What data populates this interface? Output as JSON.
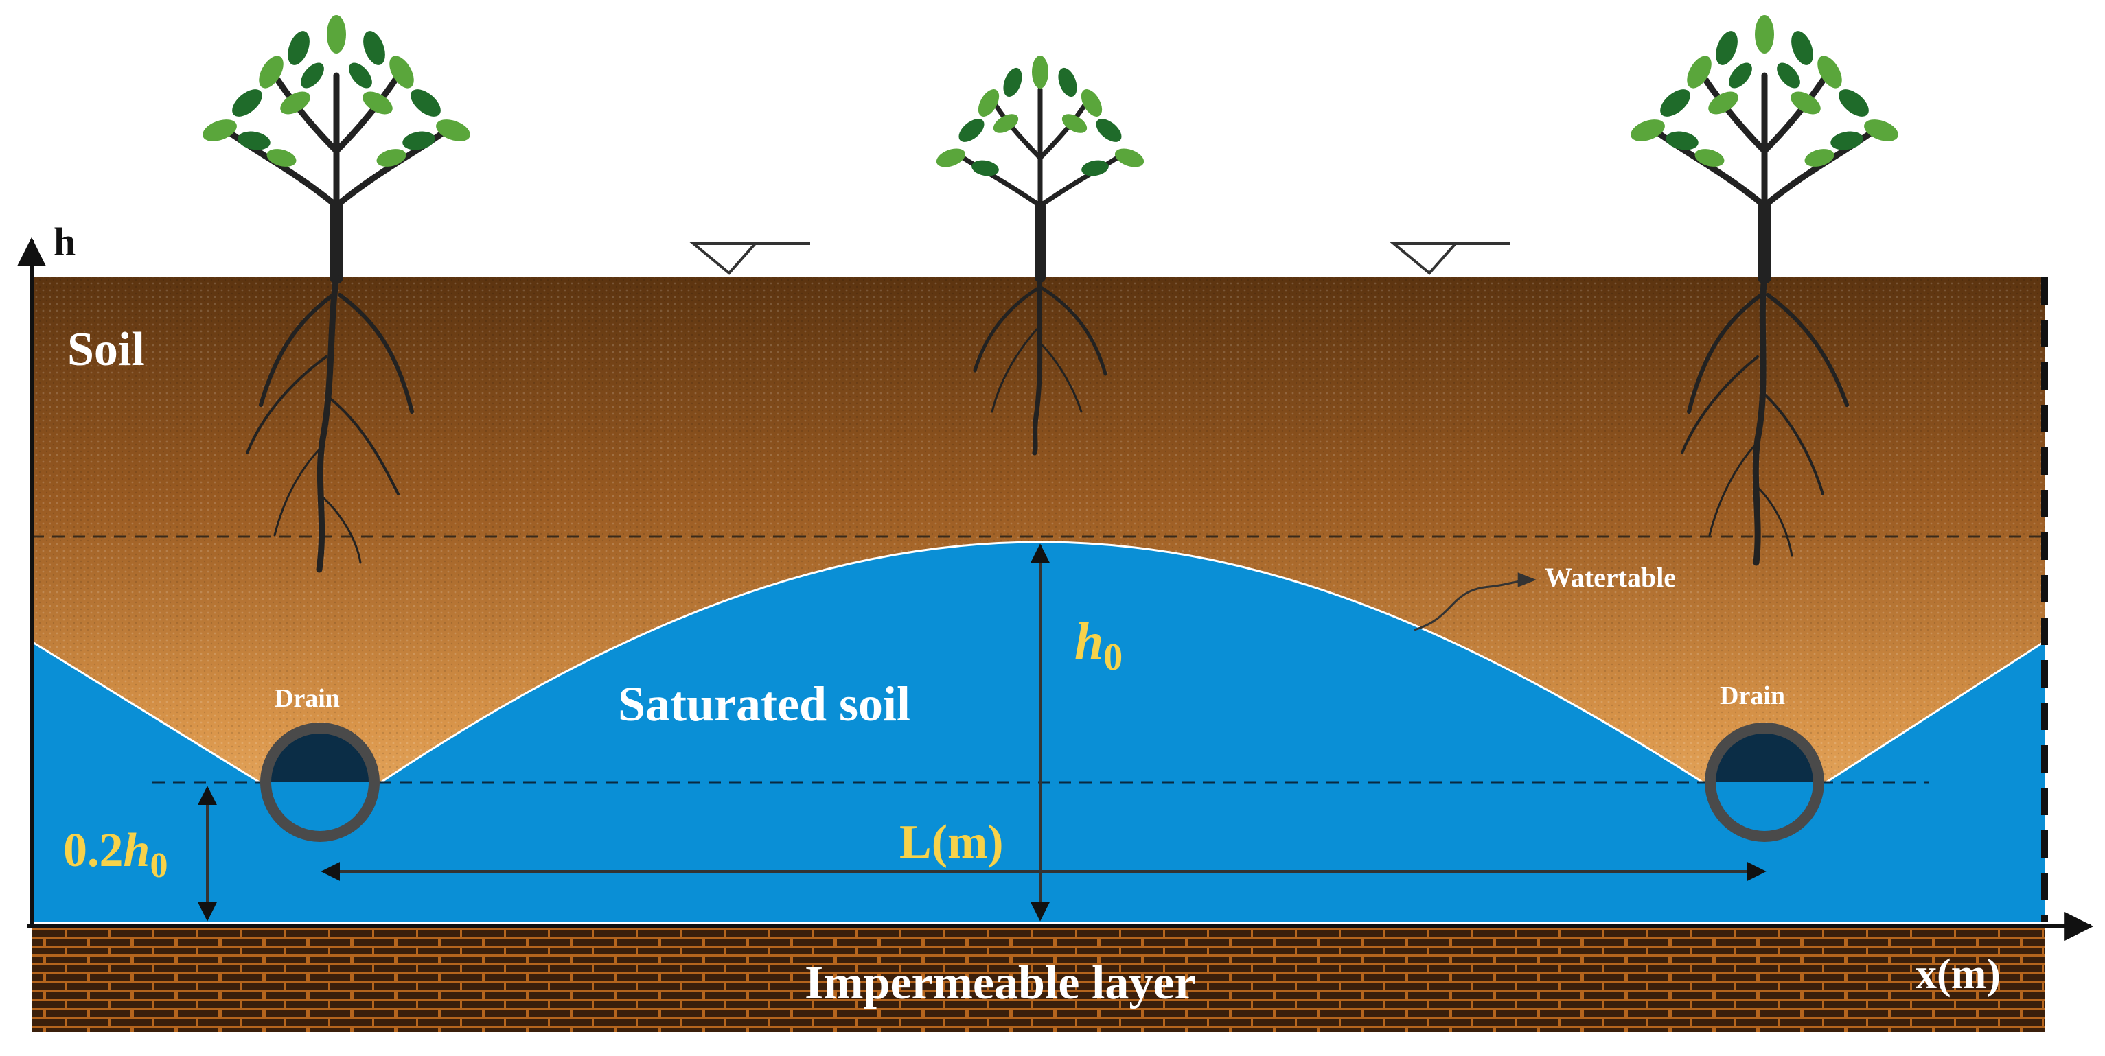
{
  "labels": {
    "h_axis": "h",
    "soil": "Soil",
    "watertable": "Watertable",
    "h0_var": "h",
    "h0_sub": "0",
    "saturated_soil": "Saturated soil",
    "drain_left": "Drain",
    "drain_right": "Drain",
    "l_m": "L(m)",
    "min_coef": "0.2",
    "min_var": "h",
    "min_sub": "0",
    "x_axis": "x(m)",
    "impermeable": "Impermeable layer"
  },
  "colors": {
    "soil_top": "#5c3410",
    "soil_mid": "#b06e2c",
    "soil_bottom": "#f0b772",
    "water": "#0a8fd6",
    "label_yellow": "#f7d24a",
    "brick": "#3a1f0b",
    "mortar": "#b5651d",
    "drain_ring": "#4a4a4a",
    "drain_fill": "#0b2d46",
    "axis": "#111111",
    "leaf_light": "#5aa63b",
    "leaf_dark": "#1f6b2a",
    "trunk": "#2a2a2a"
  }
}
